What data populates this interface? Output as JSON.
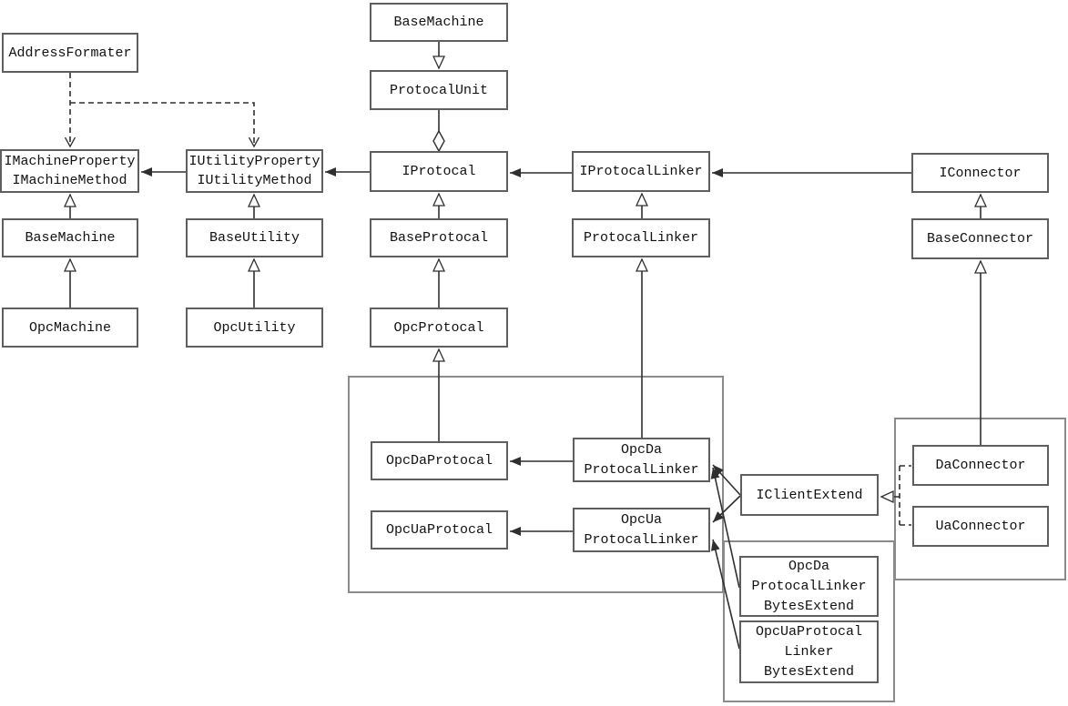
{
  "colors": {
    "background": "#ffffff",
    "line": "#2f2f2f",
    "box_border": "#5f5f5f",
    "container_border": "#8a8a8a",
    "text": "#111111"
  },
  "nodes": {
    "address_formater": {
      "lines": [
        "AddressFormater"
      ]
    },
    "imachine": {
      "lines": [
        "IMachineProperty",
        "IMachineMethod"
      ]
    },
    "iutility": {
      "lines": [
        "IUtilityProperty",
        "IUtilityMethod"
      ]
    },
    "base_machine_left": {
      "lines": [
        "BaseMachine"
      ]
    },
    "base_utility": {
      "lines": [
        "BaseUtility"
      ]
    },
    "opc_machine": {
      "lines": [
        "OpcMachine"
      ]
    },
    "opc_utility": {
      "lines": [
        "OpcUtility"
      ]
    },
    "base_machine_top": {
      "lines": [
        "BaseMachine"
      ]
    },
    "protocal_unit": {
      "lines": [
        "ProtocalUnit"
      ]
    },
    "iprotocal": {
      "lines": [
        "IProtocal"
      ]
    },
    "base_protocal": {
      "lines": [
        "BaseProtocal"
      ]
    },
    "opc_protocal": {
      "lines": [
        "OpcProtocal"
      ]
    },
    "iprotocal_linker": {
      "lines": [
        "IProtocalLinker"
      ]
    },
    "protocal_linker": {
      "lines": [
        "ProtocalLinker"
      ]
    },
    "opc_da_protocal": {
      "lines": [
        "OpcDaProtocal"
      ]
    },
    "opc_ua_protocal": {
      "lines": [
        "OpcUaProtocal"
      ]
    },
    "opc_da_linker": {
      "lines": [
        "OpcDa",
        "ProtocalLinker"
      ]
    },
    "opc_ua_linker": {
      "lines": [
        "OpcUa",
        "ProtocalLinker"
      ]
    },
    "iclient_extend": {
      "lines": [
        "IClientExtend"
      ]
    },
    "iconnector": {
      "lines": [
        "IConnector"
      ]
    },
    "base_connector": {
      "lines": [
        "BaseConnector"
      ]
    },
    "da_connector": {
      "lines": [
        "DaConnector"
      ]
    },
    "ua_connector": {
      "lines": [
        "UaConnector"
      ]
    },
    "opc_da_bytes": {
      "lines": [
        "OpcDa",
        "ProtocalLinker",
        "BytesExtend"
      ]
    },
    "opc_ua_bytes": {
      "lines": [
        "OpcUaProtocal",
        "Linker",
        "BytesExtend"
      ]
    }
  },
  "relationships": [
    {
      "type": "dependency-dashed",
      "from": "AddressFormater",
      "to": "IMachineProperty IMachineMethod"
    },
    {
      "type": "dependency-dashed",
      "from": "AddressFormater",
      "to": "IUtilityProperty IUtilityMethod"
    },
    {
      "type": "association",
      "from": "IUtilityProperty IUtilityMethod",
      "to": "IMachineProperty IMachineMethod"
    },
    {
      "type": "association",
      "from": "IProtocal",
      "to": "IUtilityProperty IUtilityMethod"
    },
    {
      "type": "association",
      "from": "IProtocalLinker",
      "to": "IProtocal"
    },
    {
      "type": "association",
      "from": "IConnector",
      "to": "IProtocalLinker"
    },
    {
      "type": "generalization",
      "from": "BaseMachine",
      "to": "IMachineProperty IMachineMethod"
    },
    {
      "type": "generalization",
      "from": "OpcMachine",
      "to": "BaseMachine"
    },
    {
      "type": "generalization",
      "from": "BaseUtility",
      "to": "IUtilityProperty IUtilityMethod"
    },
    {
      "type": "generalization",
      "from": "OpcUtility",
      "to": "BaseUtility"
    },
    {
      "type": "generalization-down",
      "from": "BaseMachine",
      "to": "ProtocalUnit"
    },
    {
      "type": "aggregation",
      "from": "ProtocalUnit",
      "to": "IProtocal"
    },
    {
      "type": "generalization",
      "from": "BaseProtocal",
      "to": "IProtocal"
    },
    {
      "type": "generalization",
      "from": "OpcProtocal",
      "to": "BaseProtocal"
    },
    {
      "type": "generalization",
      "from": "OpcDaProtocal",
      "to": "OpcProtocal"
    },
    {
      "type": "generalization",
      "from": "ProtocalLinker",
      "to": "IProtocalLinker"
    },
    {
      "type": "generalization",
      "from": "OpcDa ProtocalLinker",
      "to": "ProtocalLinker"
    },
    {
      "type": "generalization",
      "from": "BaseConnector",
      "to": "IConnector"
    },
    {
      "type": "generalization",
      "from": "DaConnector",
      "to": "BaseConnector"
    },
    {
      "type": "association",
      "from": "OpcDa ProtocalLinker",
      "to": "OpcDaProtocal"
    },
    {
      "type": "association",
      "from": "OpcUa ProtocalLinker",
      "to": "OpcUaProtocal"
    },
    {
      "type": "association",
      "from": "IClientExtend",
      "to": "OpcDa ProtocalLinker"
    },
    {
      "type": "association",
      "from": "IClientExtend",
      "to": "OpcUa ProtocalLinker"
    },
    {
      "type": "association",
      "from": "OpcDa ProtocalLinker BytesExtend",
      "to": "OpcDa ProtocalLinker"
    },
    {
      "type": "association",
      "from": "OpcUaProtocal Linker BytesExtend",
      "to": "OpcUa ProtocalLinker"
    },
    {
      "type": "realization-dashed",
      "from": "DaConnector",
      "to": "IClientExtend"
    },
    {
      "type": "realization-dashed",
      "from": "UaConnector",
      "to": "IClientExtend"
    }
  ]
}
